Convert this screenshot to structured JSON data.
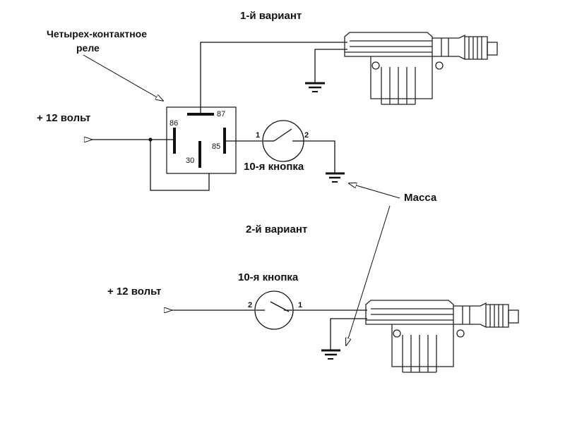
{
  "labels": {
    "variant1": "1-й вариант",
    "variant2": "2-й вариант",
    "relay_line1": "Четырех-контактное",
    "relay_line2": "реле",
    "plus12_top": "+ 12 вольт",
    "plus12_bottom": "+ 12 вольт",
    "button_top": "10-я кнопка",
    "button_bottom": "10-я кнопка",
    "ground_label": "Масса"
  },
  "relay_pins": {
    "p86": "86",
    "p87": "87",
    "p85": "85",
    "p30": "30"
  },
  "button_pins": {
    "top_left": "1",
    "top_right": "2",
    "bottom_left": "2",
    "bottom_right": "1"
  }
}
